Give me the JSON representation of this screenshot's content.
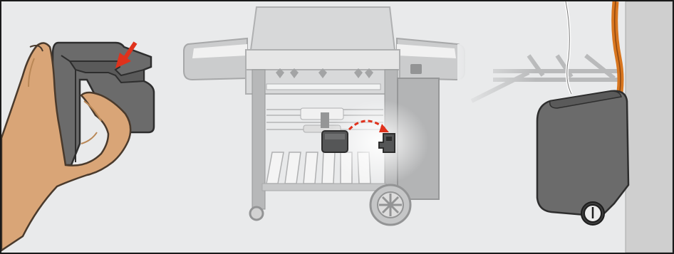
{
  "illustration": {
    "panels": [
      {
        "id": "left",
        "subject": "hand-holding-cover",
        "callout": "red-arrow-down-left"
      },
      {
        "id": "center",
        "subject": "grill-overview",
        "callout": "red-dashed-curved-arrow"
      },
      {
        "id": "right",
        "subject": "cover-installed-closeup"
      }
    ],
    "colors": {
      "background": "#e9eaeb",
      "frame": "#1a1a1a",
      "cover": "#6b6b6b",
      "cover_dark": "#3d3d3d",
      "skin": "#d9a577",
      "skin_line": "#4a3a2c",
      "grill_light": "#d9d9d9",
      "grill_mid": "#a7a7a7",
      "accent": "#e0321c",
      "hose": "#d8761f",
      "wall": "#cfcfcf"
    }
  }
}
